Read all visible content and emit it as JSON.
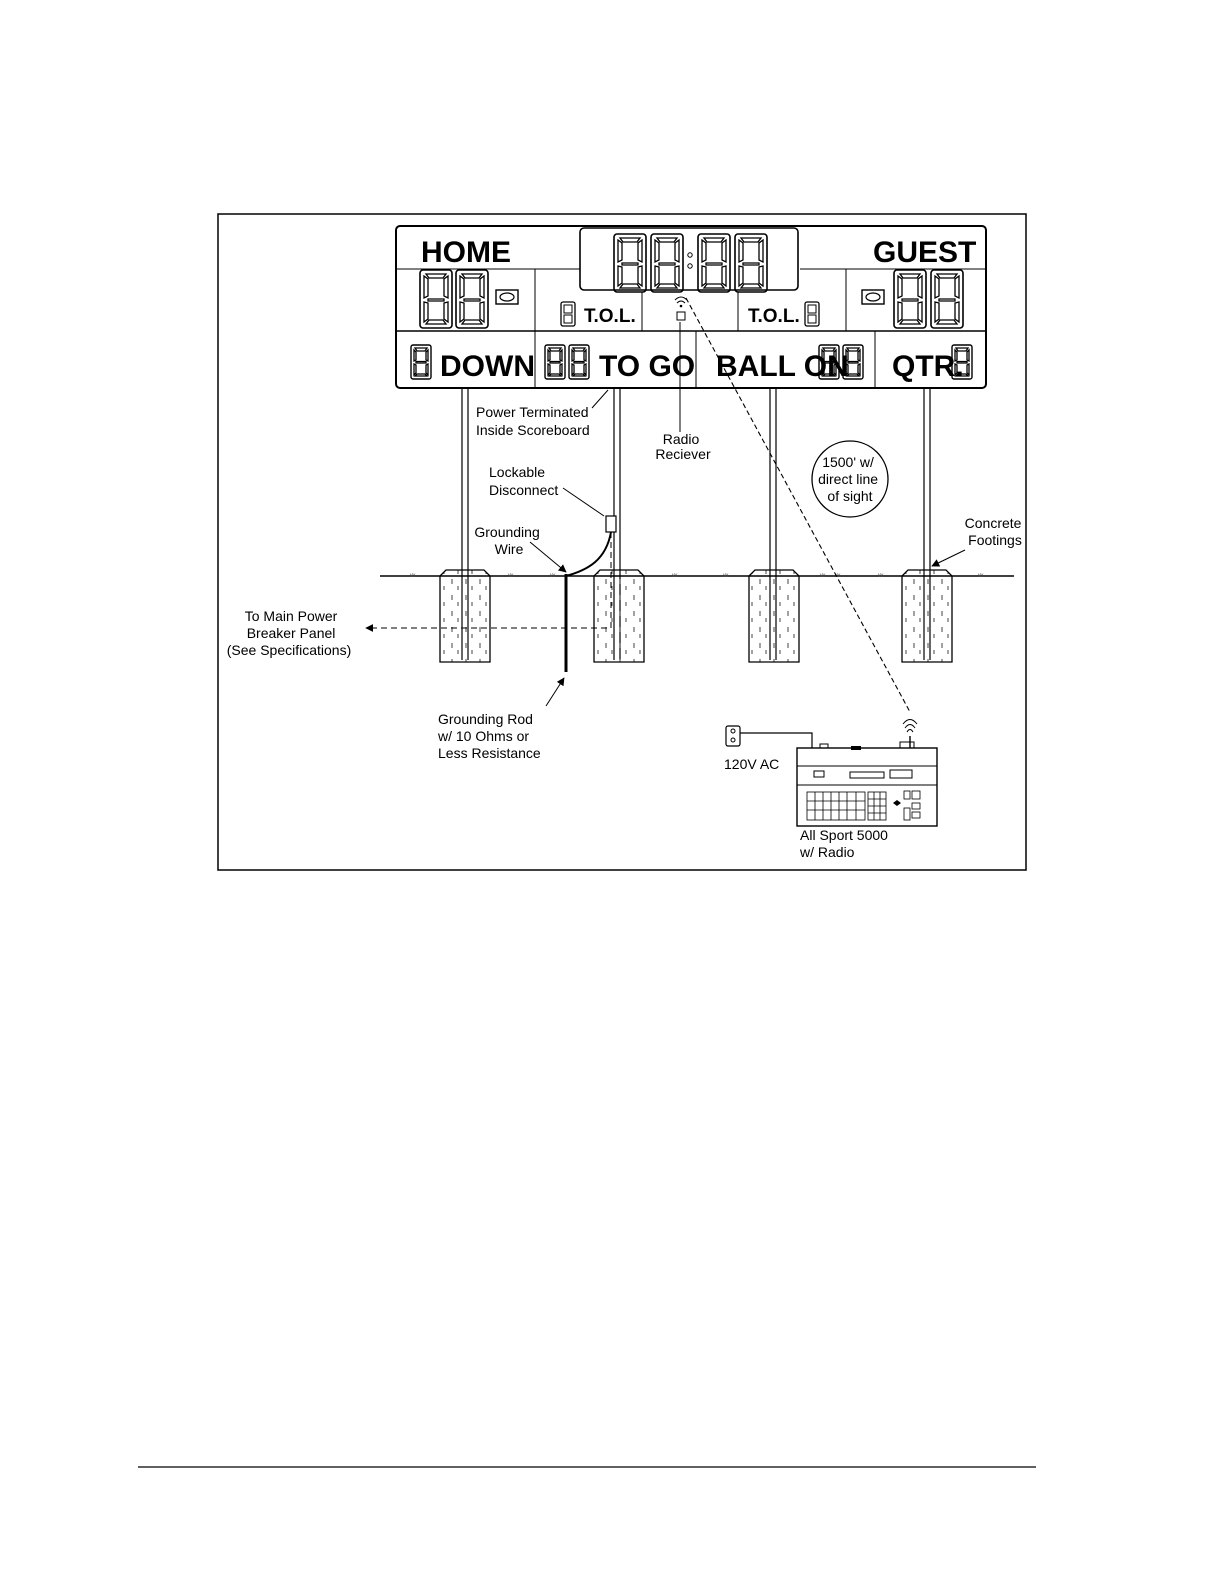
{
  "scoreboard": {
    "home_label": "HOME",
    "guest_label": "GUEST",
    "tol_label": "T.O.L.",
    "down_label": "DOWN",
    "to_go_label": "TO GO",
    "ball_on_label": "BALL ON",
    "qtr_label": "QTR."
  },
  "callouts": {
    "power_terminated": [
      "Power Terminated",
      "Inside Scoreboard"
    ],
    "radio_receiver": [
      "Radio",
      "Reciever"
    ],
    "range": [
      "1500' w/",
      "direct line",
      "of sight"
    ],
    "lockable_disconnect": [
      "Lockable",
      "Disconnect"
    ],
    "grounding_wire": [
      "Grounding",
      "Wire"
    ],
    "concrete_footings": [
      "Concrete",
      "Footings"
    ],
    "main_power": [
      "To Main Power",
      "Breaker Panel",
      "(See Specifications)"
    ],
    "grounding_rod": [
      "Grounding Rod",
      "w/ 10 Ohms or",
      "Less Resistance"
    ],
    "outlet": "120V AC",
    "controller": [
      "All Sport 5000",
      "w/ Radio"
    ]
  }
}
